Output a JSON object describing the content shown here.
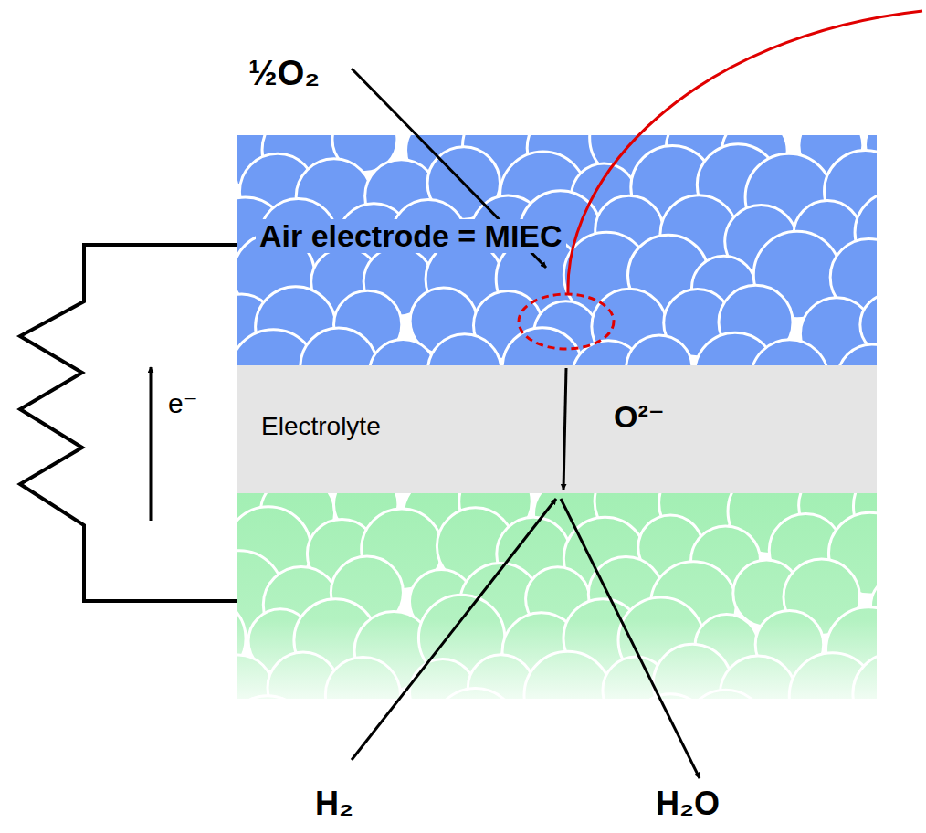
{
  "diagram": {
    "nodes": [
      {
        "text": [
          "Air electrode = MIEC"
        ]
      },
      {
        "text": [
          "Electrolyte",
          "O²⁻"
        ]
      }
    ],
    "labels": [
      "½O₂",
      "e⁻",
      "H₂",
      "H₂O"
    ]
  }
}
